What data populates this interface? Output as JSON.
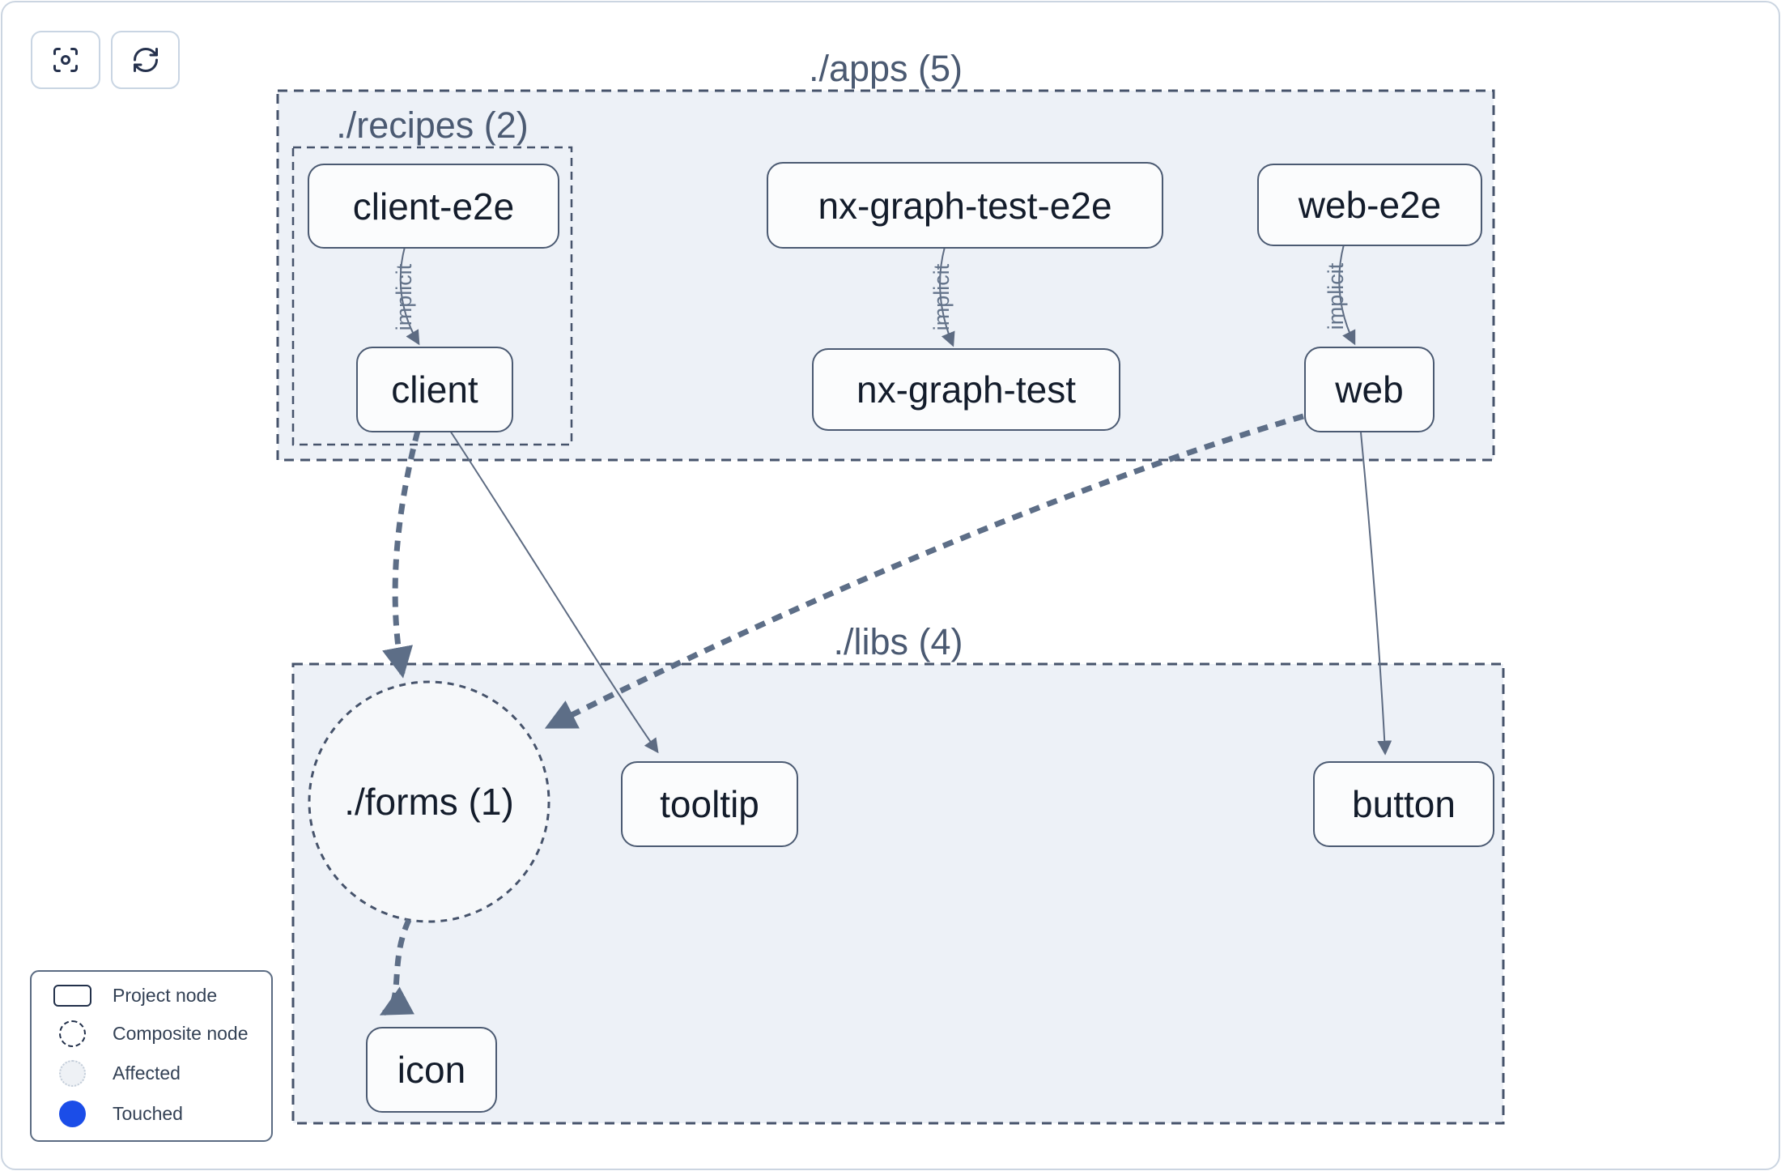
{
  "toolbar": {
    "buttons": [
      {
        "name": "focus-button",
        "icon": "focus-icon"
      },
      {
        "name": "refresh-button",
        "icon": "refresh-icon"
      }
    ]
  },
  "groups": {
    "apps": {
      "label": "./apps (5)"
    },
    "recipes": {
      "label": "./recipes (2)"
    },
    "libs": {
      "label": "./libs (4)"
    }
  },
  "nodes": {
    "client_e2e": "client-e2e",
    "client": "client",
    "nx_graph_test_e2e": "nx-graph-test-e2e",
    "nx_graph_test": "nx-graph-test",
    "web_e2e": "web-e2e",
    "web": "web",
    "tooltip": "tooltip",
    "button": "button",
    "icon": "icon",
    "forms_composite": "./forms (1)"
  },
  "edges": {
    "list": [
      {
        "from": "client-e2e",
        "to": "client",
        "style": "thin-solid",
        "label": "implicit"
      },
      {
        "from": "nx-graph-test-e2e",
        "to": "nx-graph-test",
        "style": "thin-solid",
        "label": "implicit"
      },
      {
        "from": "web-e2e",
        "to": "web",
        "style": "thin-solid",
        "label": "implicit"
      },
      {
        "from": "client",
        "to": "./forms (1)",
        "style": "thick-dashed"
      },
      {
        "from": "client",
        "to": "tooltip",
        "style": "thin-solid"
      },
      {
        "from": "web",
        "to": "./forms (1)",
        "style": "thick-dashed"
      },
      {
        "from": "web",
        "to": "button",
        "style": "thin-solid"
      },
      {
        "from": "./forms (1)",
        "to": "icon",
        "style": "thick-dashed"
      }
    ]
  },
  "legend": {
    "items": [
      {
        "swatch": "project-node",
        "label": "Project node"
      },
      {
        "swatch": "composite-node",
        "label": "Composite node"
      },
      {
        "swatch": "affected",
        "label": "Affected"
      },
      {
        "swatch": "touched",
        "label": "Touched"
      }
    ]
  },
  "colors": {
    "touched_blue": "#1b4de8",
    "group_fill": "#edf1f7",
    "group_border": "#46536b",
    "edge_thin": "#5d6b82",
    "edge_thick": "#5d6e87",
    "node_border": "#4b5a72",
    "node_text": "#131c2b"
  }
}
